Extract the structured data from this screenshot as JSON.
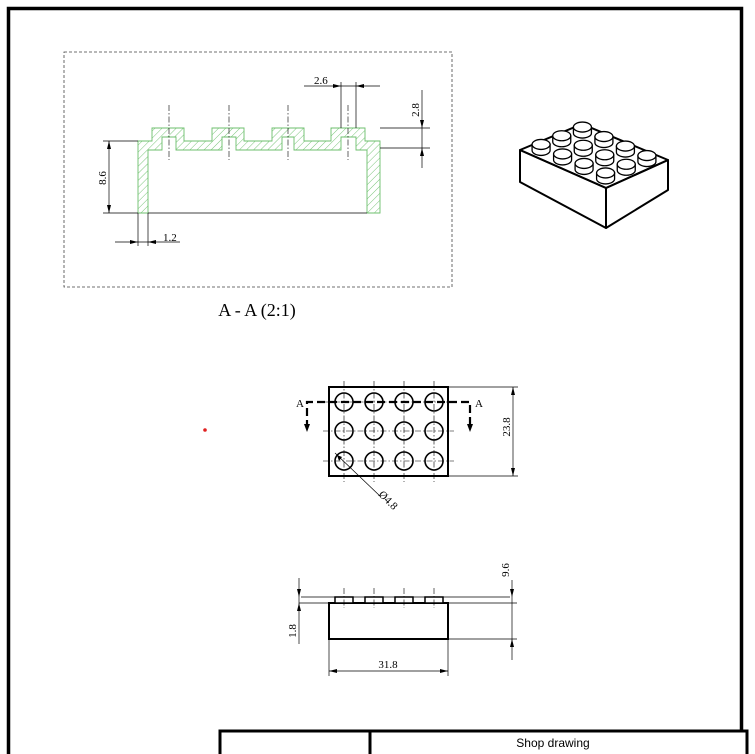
{
  "section_view": {
    "title": "A - A (2:1)",
    "dims": {
      "stud_width": "2.6",
      "stud_height": "2.8",
      "height": "8.6",
      "wall": "1.2"
    }
  },
  "top_view": {
    "section_mark": "A",
    "dims": {
      "depth": "23.8",
      "stud_diameter": "Ø4.8"
    }
  },
  "front_view": {
    "dims": {
      "total_height": "9.6",
      "stud_height": "1.8",
      "length": "31.8"
    }
  },
  "title_block": {
    "label": "Shop drawing"
  },
  "colors": {
    "hatch": "#6cbf6c",
    "marker": "#e02020",
    "line": "#000000"
  }
}
